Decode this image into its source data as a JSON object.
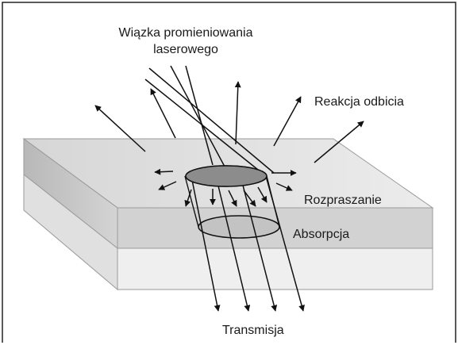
{
  "diagram": {
    "labels": {
      "beam_line1": "Wiązka promieniowania",
      "beam_line2": "laserowego",
      "reflection": "Reakcja odbicia",
      "scattering": "Rozpraszanie",
      "absorption": "Absorpcja",
      "transmission": "Transmisja"
    },
    "colors": {
      "frame": "#222222",
      "block_top": "#e6e6e6",
      "block_front_upper": "#d3d3d3",
      "block_front_lower": "#efefef",
      "block_side_upper": "#c2c2c2",
      "block_side_lower": "#dedede",
      "spot_top": "#8a8a8a",
      "spot_inner": "#bdbdbd",
      "lines": "#111111"
    }
  }
}
